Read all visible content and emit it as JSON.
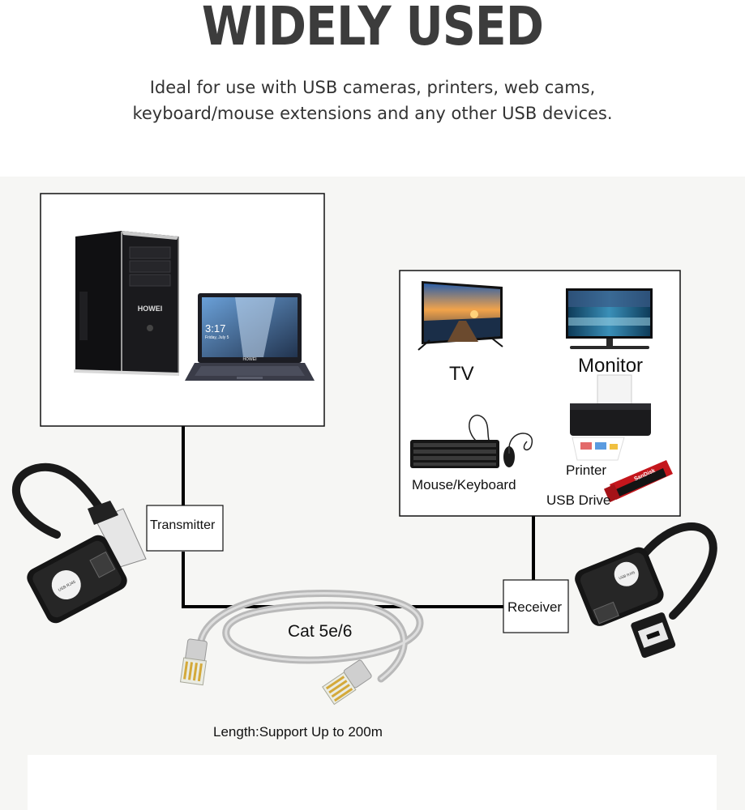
{
  "header": {
    "title": "WIDELY USED",
    "subtitle_line1": "Ideal for use with USB cameras, printers, web cams,",
    "subtitle_line2": "keyboard/mouse extensions and any other USB devices."
  },
  "source_box": {
    "tower_brand": "HOWEI",
    "laptop_brand": "HOWEI",
    "laptop_time": "3:17",
    "laptop_date": "Friday, July 5"
  },
  "devices_box": {
    "tv_label": "TV",
    "monitor_label": "Monitor",
    "mouse_keyboard_label": "Mouse/Keyboard",
    "printer_label": "Printer",
    "usb_drive_label": "USB Drive",
    "usb_drive_brand": "SanDisk"
  },
  "transmitter_label": "Transmitter",
  "receiver_label": "Receiver",
  "cable_label": "Cat 5e/6",
  "length_label": "Length:Support Up to 200m",
  "adapter_text": "USB RJ45"
}
